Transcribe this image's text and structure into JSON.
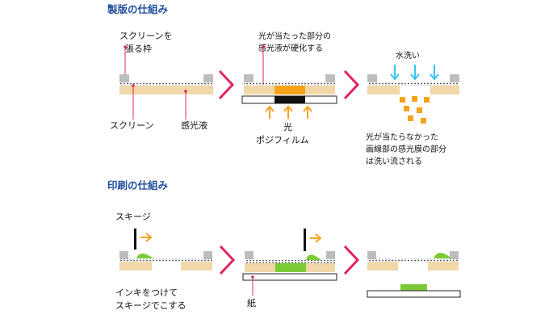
{
  "colors": {
    "section_title": "#1f4f9e",
    "leader_line": "#e0245e",
    "chevron": "#e0245e",
    "screen_dots": "#3a3a3a",
    "frame": "#bdbdbd",
    "emulsion": "#f2d7a8",
    "hardened": "#f7a21b",
    "film_black": "#111111",
    "light_arrow": "#f7a21b",
    "water_arrow": "#35c4ee",
    "ink": "#7acb35"
  },
  "platemaking": {
    "title": "製版の仕組み",
    "step1": {
      "frame_label_line1": "スクリーンを",
      "frame_label_line2": "張る枠",
      "screen_label": "スクリーン",
      "emulsion_label": "感光液"
    },
    "step2": {
      "hardened_label_line1": "光が当たった部分の",
      "hardened_label_line2": "感光液が硬化する",
      "light_label": "光",
      "film_label": "ポジフィルム"
    },
    "step3": {
      "water_label": "水洗い",
      "washed_label_line1": "光が当たらなかった",
      "washed_label_line2": "画線部の感光膜の部分",
      "washed_label_line3": "は洗い流される"
    }
  },
  "printing": {
    "title": "印刷の仕組み",
    "step1": {
      "squeegee_label": "スキージ",
      "action_label_line1": "インキをつけて",
      "action_label_line2": "スキージでこする"
    },
    "step2": {
      "paper_label": "紙"
    }
  }
}
